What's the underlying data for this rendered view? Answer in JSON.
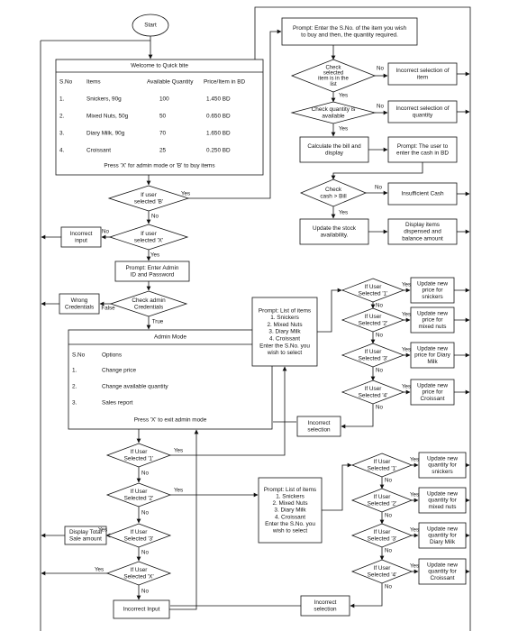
{
  "nodes": {
    "start": "Start",
    "welcome_title": "Welcome to Quick bite",
    "menu_headers": [
      "S.No",
      "Items",
      "Available Quantity",
      "Price/Item in BD"
    ],
    "menu_rows": [
      [
        "1.",
        "Snickers, 90g",
        "100",
        "1.450 BD"
      ],
      [
        "2.",
        "Mixed Nuts, 50g",
        "50",
        "0.650 BD"
      ],
      [
        "3.",
        "Diary Milk, 90g",
        "70",
        "1.650 BD"
      ],
      [
        "4.",
        "Croissant",
        "25",
        "0.250 BD"
      ]
    ],
    "welcome_footer": "Press 'X' for admin mode or 'B' to buy items",
    "dec_b": [
      "If user",
      "selected 'B'"
    ],
    "dec_x": [
      "If user",
      "selected 'X'"
    ],
    "incorrect_input_top": [
      "Incorrect",
      "input"
    ],
    "prompt_admin": [
      "Prompt: Enter Admin",
      "ID and Password"
    ],
    "check_admin": [
      "Check admin",
      "Credentials"
    ],
    "wrong_creds": [
      "Wrong",
      "Credentials"
    ],
    "admin_title": "Admin Mode",
    "admin_headers": [
      "S.No",
      "Options"
    ],
    "admin_rows": [
      [
        "1.",
        "Change price"
      ],
      [
        "2.",
        "Change available quantity"
      ],
      [
        "3.",
        "Sales report"
      ]
    ],
    "admin_footer": "Press 'X' to exit admin mode",
    "adm_sel1": [
      "If User",
      "Selected '1'"
    ],
    "adm_sel2": [
      "If User",
      "Selected '2'"
    ],
    "adm_sel3": [
      "If User",
      "Selected '3'"
    ],
    "adm_selx": [
      "If User",
      "Selected 'X'"
    ],
    "display_total": [
      "Display Total",
      "Sale amount"
    ],
    "incorrect_input_bottom": "Incorrect Input",
    "prompt_buy": [
      "Prompt: Enter the S.No. of the item you wish",
      "to buy and then, the quantity required."
    ],
    "check_item": [
      "Check",
      "selected",
      "item is in the",
      "list"
    ],
    "incorrect_item": [
      "Incorrect selection of",
      "item"
    ],
    "check_qty": [
      "Check quantity is",
      "available"
    ],
    "incorrect_qty": [
      "Incorrect selection of",
      "quantity"
    ],
    "calc_bill": [
      "Calculate the bill and",
      "display"
    ],
    "prompt_cash": [
      "Prompt: The user to",
      "enter the cash in BD"
    ],
    "check_cash": [
      "Check",
      "cash > Bill"
    ],
    "insufficient_cash": "Insufficient Cash",
    "update_stock": [
      "Update the stock",
      "availability."
    ],
    "display_items": [
      "Display items",
      "dispensed and",
      "balance amount"
    ],
    "list_price": [
      "Prompt: List of items",
      "1. Snickers",
      "2. Mixed Nuts",
      "3. Diary Milk",
      "4. Croissant",
      "Enter the S.No. you",
      "wish to select"
    ],
    "p_sel": [
      [
        "If User",
        "Selected '1'"
      ],
      [
        "If User",
        "Selected '2'"
      ],
      [
        "If User",
        "Selected '3'"
      ],
      [
        "If User",
        "Selected '4'"
      ]
    ],
    "p_upd": [
      [
        "Update new",
        "price for",
        "snickers"
      ],
      [
        "Update new",
        "price for",
        "mixed nuts"
      ],
      [
        "Update new",
        "price for Diary",
        "Milk"
      ],
      [
        "Update new",
        "price for",
        "Croissant"
      ]
    ],
    "incorrect_sel_price": [
      "Incorrect",
      "selection"
    ],
    "list_qty": [
      "Prompt: List of items",
      "1. Snickers",
      "2. Mixed Nuts",
      "3. Diary Milk",
      "4. Croissant",
      "Enter the S.No. you",
      "wish to select"
    ],
    "q_sel": [
      [
        "If User",
        "Selected '1'"
      ],
      [
        "If User",
        "Selected '2'"
      ],
      [
        "If User",
        "Selected '3'"
      ],
      [
        "If User",
        "Selected '4'"
      ]
    ],
    "q_upd": [
      [
        "Update new",
        "quantity for",
        "snickers"
      ],
      [
        "Update new",
        "quantity for",
        "mixed nuts"
      ],
      [
        "Update new",
        "quantity for",
        "Diary Milk"
      ],
      [
        "Update new",
        "quantity for",
        "Croissant"
      ]
    ],
    "incorrect_sel_qty": [
      "Incorrect",
      "selection"
    ]
  },
  "labels": {
    "yes": "Yes",
    "no": "No",
    "false": "False",
    "true": "True"
  }
}
